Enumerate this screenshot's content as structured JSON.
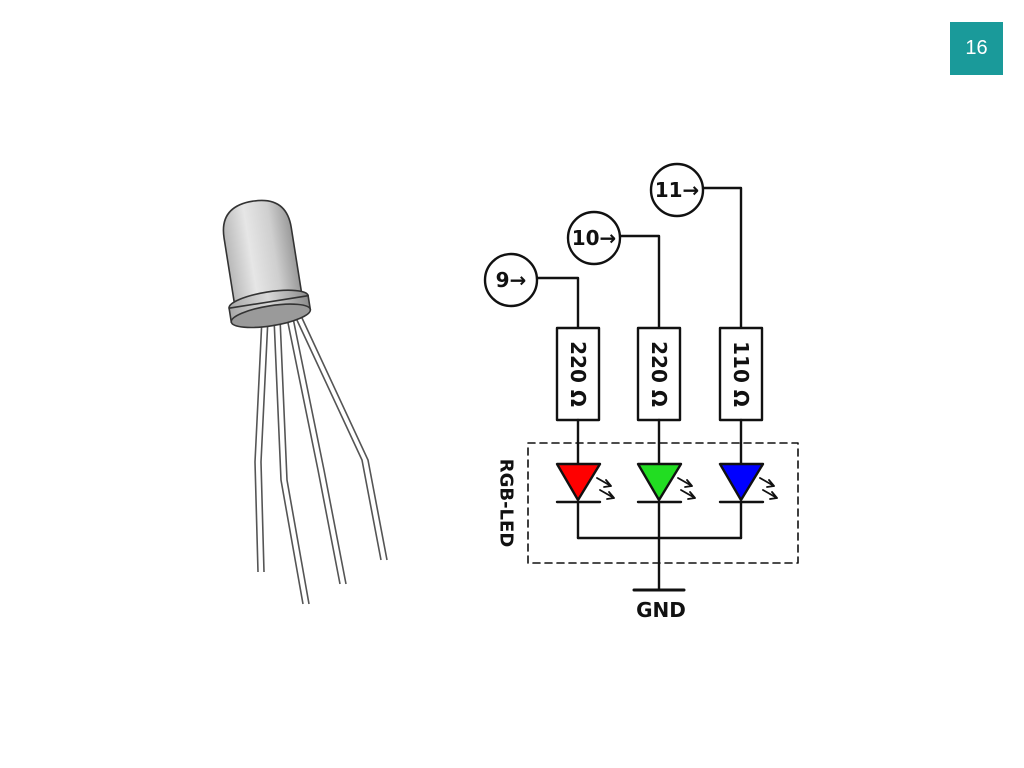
{
  "slide": {
    "page_number": "16",
    "badge_color": "#1a9a9a"
  },
  "diagram": {
    "pins": [
      {
        "label": "9→"
      },
      {
        "label": "10→"
      },
      {
        "label": "11→"
      }
    ],
    "resistors": [
      {
        "label": "220 Ω"
      },
      {
        "label": "220 Ω"
      },
      {
        "label": "110 Ω"
      }
    ],
    "leds": [
      {
        "color": "#ff0000"
      },
      {
        "color": "#22dd22"
      },
      {
        "color": "#0000ff"
      }
    ],
    "module_label": "RGB-LED",
    "ground_label": "GND"
  }
}
